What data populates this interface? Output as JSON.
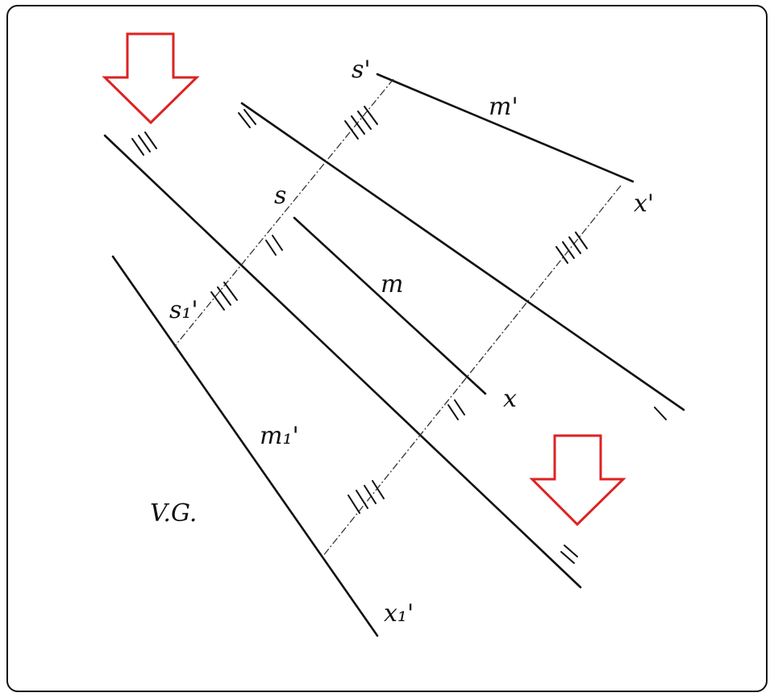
{
  "labels": {
    "s_prime": "s'",
    "m_prime": "m'",
    "x_prime": "x'",
    "s": "s",
    "m": "m",
    "x": "x",
    "s1_prime": "s₁'",
    "m1_prime": "m₁'",
    "x1_prime": "x₁'",
    "true_size": "V.G."
  },
  "colors": {
    "arrow": "#dd2222",
    "ink": "#111111"
  }
}
